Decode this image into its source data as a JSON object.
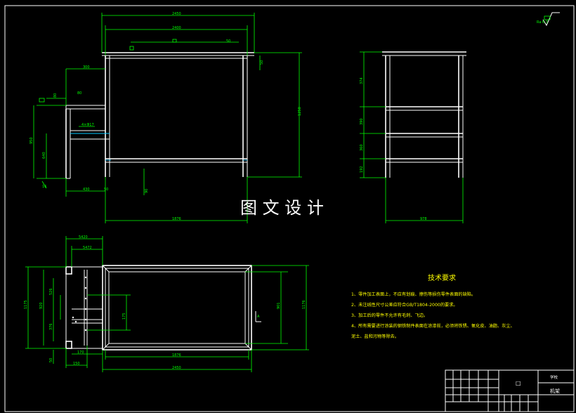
{
  "watermark": "图 文 设 计",
  "surface_symbol": "Ra 6.3",
  "tech_requirements": {
    "title": "技术要求",
    "items": [
      "1、零件加工表面上，不应有划痕、擦伤等损伤零件表面的缺陷。",
      "2、未注线性尺寸公差应符合GB/T1804-2000的要求。",
      "3、加工后的零件不允许有毛刺、飞边。",
      "4、所有需要进行涂装的钢铁制件表面在涂漆前，必须将铁锈、氧化皮、油脂、灰尘、",
      "泥土、盐和污物等除去。"
    ]
  },
  "title_block": {
    "drawing_name": "□",
    "right_top": "学校",
    "right_mid": "机架"
  },
  "dims": {
    "front_overall_width": "2450",
    "front_inner_width": "2400",
    "front_base_width": "1876",
    "front_height": "1250",
    "front_top": "50",
    "front_leg": "50",
    "front_side": "90",
    "side_shelf_width": "300",
    "side_shelf_h": "80",
    "side_overall_h": "950",
    "side_mid_h": "640",
    "side_bottom": "16",
    "side_base_left": "430",
    "side_base_right": "50",
    "side_inner": "4×Φ17",
    "side_view_top": "374",
    "side_view_mid": "390",
    "side_view_low": "360",
    "side_view_base": "192",
    "side_view_width": "978",
    "top_view_top1": "5420",
    "top_view_top2": "5472",
    "top_view_left": "1175",
    "top_view_left2": "920",
    "top_view_left3": "526",
    "top_view_left4": "376",
    "top_view_left5": "50",
    "top_view_center": "175",
    "top_view_mid_l": "1876",
    "top_view_bottom": "2450",
    "top_view_right": "901",
    "top_view_far": "1176",
    "top_view_base_l": "150",
    "top_view_base_l2": "170",
    "top_view_label_a": "A"
  }
}
